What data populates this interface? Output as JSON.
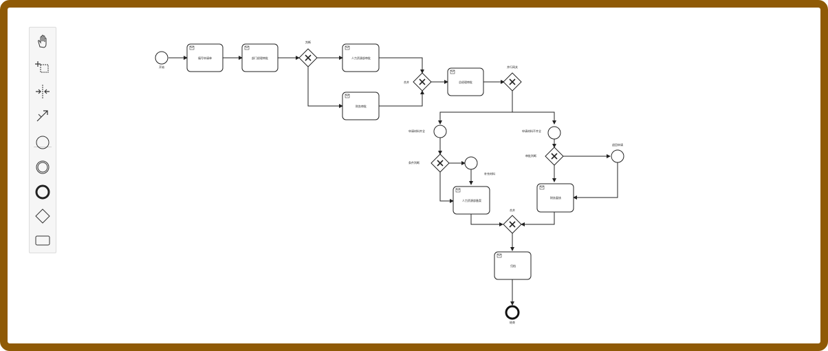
{
  "palette": {
    "tools": [
      {
        "icon": "hand-tool-icon",
        "label": ""
      },
      {
        "icon": "lasso-tool-icon",
        "label": ""
      },
      {
        "icon": "space-tool-icon",
        "label": ""
      },
      {
        "icon": "global-connect-tool-icon",
        "label": ""
      },
      {
        "icon": "start-event-icon",
        "label": ""
      },
      {
        "icon": "intermediate-event-icon",
        "label": ""
      },
      {
        "icon": "end-event-icon",
        "label": ""
      },
      {
        "icon": "gateway-icon",
        "label": ""
      },
      {
        "icon": "task-icon",
        "label": ""
      }
    ]
  },
  "diagram": {
    "start_event_label": "开始",
    "end_event_label": "结束",
    "gateway1_label": "判断",
    "gateway2_label": "合并",
    "gateway3_label": "并行网关",
    "gateway4_label": "条件判断",
    "gateway5_label": "审批判断",
    "gateway6_label": "合并",
    "task1_label": "填写申请单",
    "task2_label": "部门经理审批",
    "task3_label": "人力资源部审批",
    "task4_label": "财务审批",
    "task5_label": "总经理审批",
    "task6_label": "人力资源部备案",
    "task7_label": "财务复核",
    "task8_label": "归档",
    "event_left_label": "申请材料齐全",
    "event_right_label": "申请材料不齐全",
    "event_mid_label": "补充材料",
    "event_far_right_label": "退回申请"
  }
}
